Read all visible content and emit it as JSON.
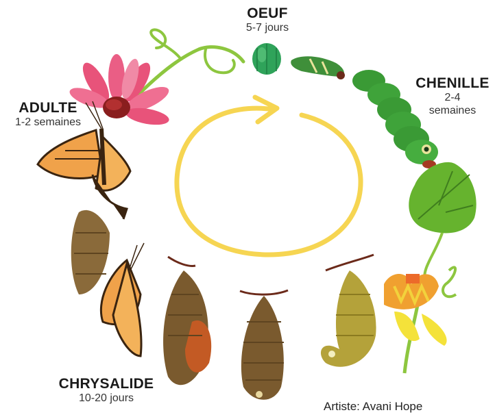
{
  "diagram": {
    "stages": {
      "egg": {
        "name": "OEUF",
        "duration": "5-7 jours"
      },
      "caterpillar": {
        "name": "CHENILLE",
        "duration_line1": "2-4",
        "duration_line2": "semaines"
      },
      "adult": {
        "name": "ADULTE",
        "duration": "1-2 semaines"
      },
      "chrysalis": {
        "name": "CHRYSALIDE",
        "duration": "10-20 jours"
      }
    },
    "credit": "Artiste: Avani Hope",
    "colors": {
      "cycle_arrow": "#f6d552",
      "leaf_green": "#66b32e",
      "egg_green": "#2fa35a",
      "caterpillar_green": "#3a9a35",
      "flower_pink": "#e8537a",
      "butterfly_orange": "#f0a24a",
      "chrysalis_brown": "#7a5a2e"
    }
  }
}
